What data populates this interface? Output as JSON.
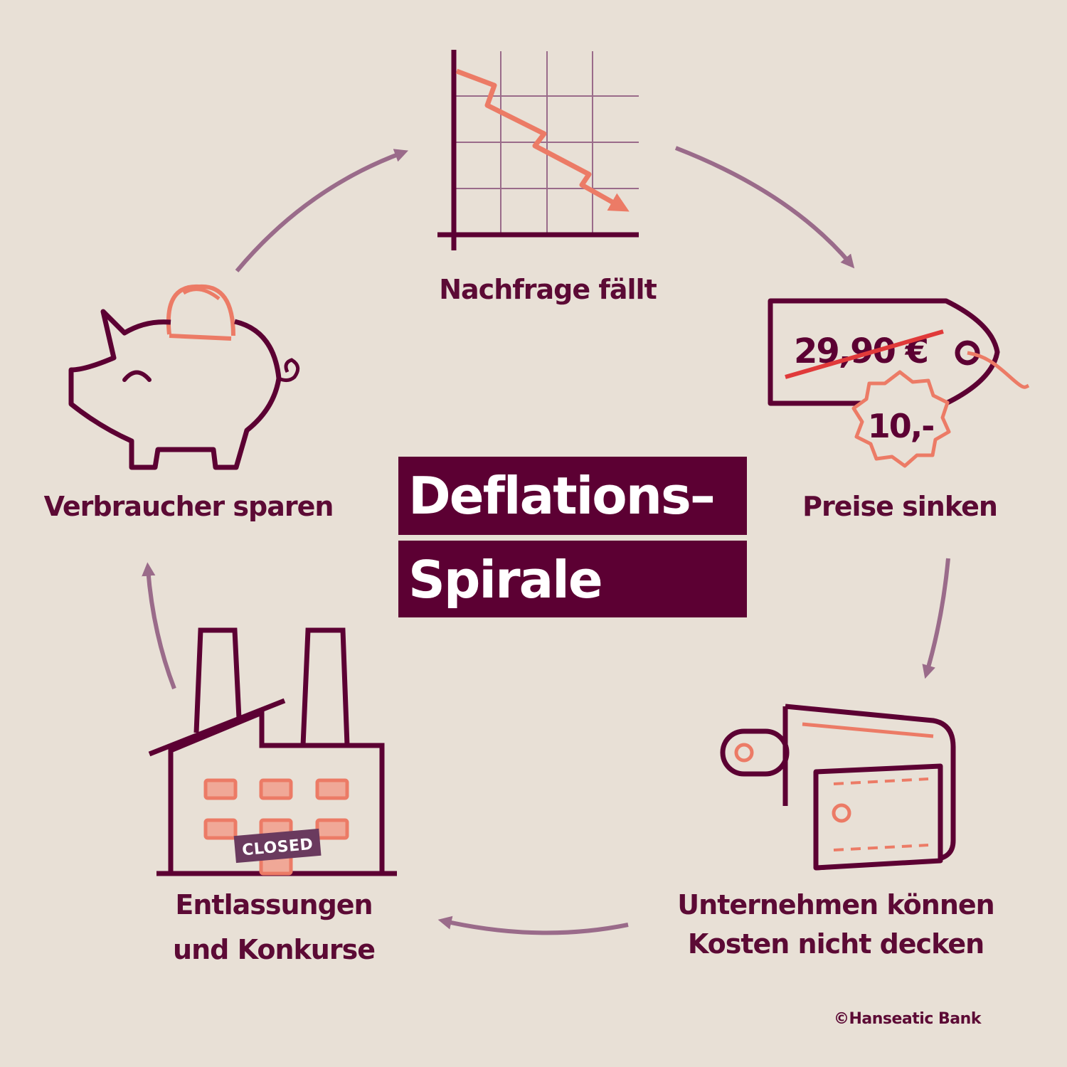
{
  "title": {
    "line1": "Deflations–",
    "line2": "Spirale"
  },
  "steps": [
    {
      "id": "demand",
      "label": "Nachfrage fällt",
      "icon": "falling-chart-icon"
    },
    {
      "id": "prices",
      "label": "Preise sinken",
      "icon": "price-tag-icon"
    },
    {
      "id": "costs",
      "label_line1": "Unternehmen können",
      "label_line2": "Kosten nicht decken",
      "icon": "wallet-icon"
    },
    {
      "id": "layoffs",
      "label_line1": "Entlassungen",
      "label_line2": "und Konkurse",
      "icon": "closed-factory-icon"
    },
    {
      "id": "savings",
      "label": "Verbraucher sparen",
      "icon": "piggy-bank-icon"
    }
  ],
  "price_tag": {
    "old_price": "29,90 €",
    "new_price": "10,-"
  },
  "factory_sign": "CLOSED",
  "copyright": "©Hanseatic Bank",
  "colors": {
    "background": "#e8e0d6",
    "primary": "#5c0033",
    "accent": "#ec7b66",
    "arrow": "#9a6b8a",
    "strike": "#e03a3a"
  }
}
